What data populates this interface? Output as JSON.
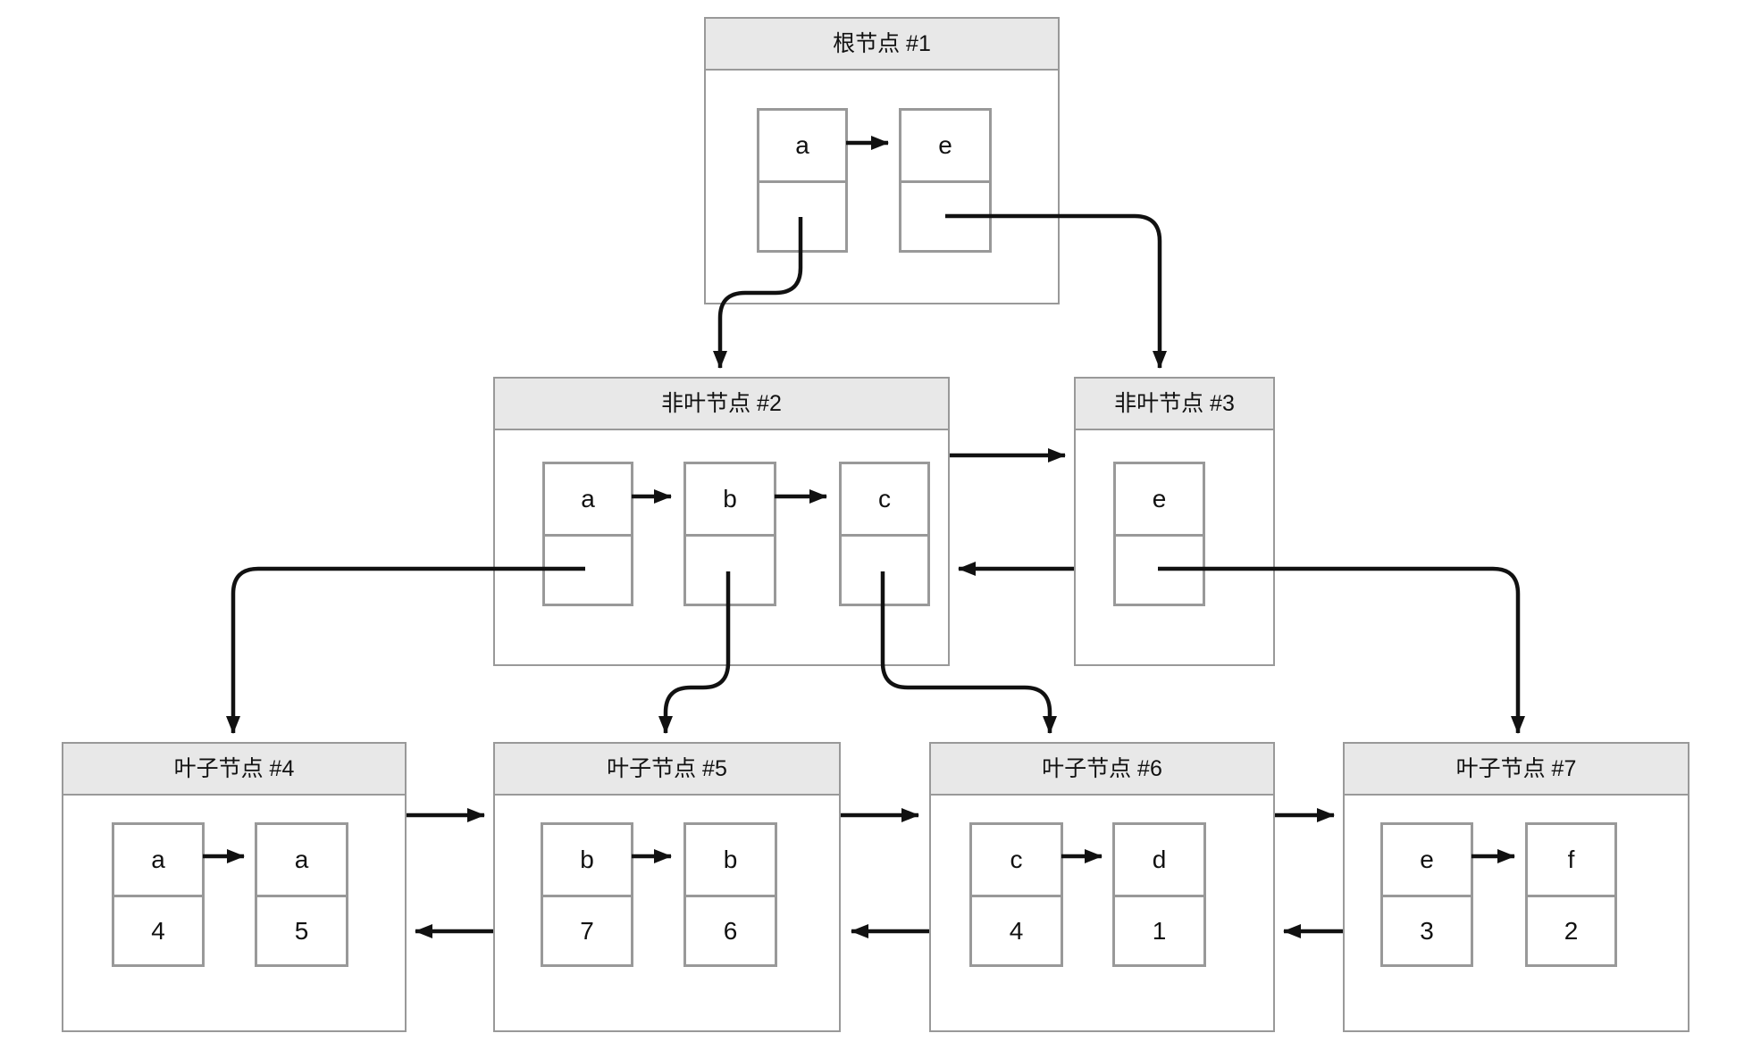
{
  "diagram_type": "b-plus-tree",
  "style": {
    "background": "#ffffff",
    "node_border": "#999999",
    "title_bg": "#e8e8e8",
    "edge_color": "#111111"
  },
  "nodes": {
    "root1": {
      "title": "根节点 #1",
      "cells": [
        {
          "key": "a"
        },
        {
          "key": "e"
        }
      ]
    },
    "internal2": {
      "title": "非叶节点 #2",
      "cells": [
        {
          "key": "a"
        },
        {
          "key": "b"
        },
        {
          "key": "c"
        }
      ]
    },
    "internal3": {
      "title": "非叶节点 #3",
      "cells": [
        {
          "key": "e"
        }
      ]
    },
    "leaf4": {
      "title": "叶子节点 #4",
      "cells": [
        {
          "key": "a",
          "value": "4"
        },
        {
          "key": "a",
          "value": "5"
        }
      ]
    },
    "leaf5": {
      "title": "叶子节点 #5",
      "cells": [
        {
          "key": "b",
          "value": "7"
        },
        {
          "key": "b",
          "value": "6"
        }
      ]
    },
    "leaf6": {
      "title": "叶子节点 #6",
      "cells": [
        {
          "key": "c",
          "value": "4"
        },
        {
          "key": "d",
          "value": "1"
        }
      ]
    },
    "leaf7": {
      "title": "叶子节点 #7",
      "cells": [
        {
          "key": "e",
          "value": "3"
        },
        {
          "key": "f",
          "value": "2"
        }
      ]
    }
  },
  "edges": [
    {
      "from": "root1.cell-a.pointer",
      "to": "internal2"
    },
    {
      "from": "root1.cell-e.pointer",
      "to": "internal3"
    },
    {
      "from": "internal2",
      "to": "internal3",
      "kind": "sibling-next"
    },
    {
      "from": "internal3",
      "to": "internal2",
      "kind": "sibling-prev"
    },
    {
      "from": "internal2.cell-a.pointer",
      "to": "leaf4"
    },
    {
      "from": "internal2.cell-b.pointer",
      "to": "leaf5"
    },
    {
      "from": "internal2.cell-c.pointer",
      "to": "leaf6"
    },
    {
      "from": "internal3.cell-e.pointer",
      "to": "leaf7"
    },
    {
      "from": "leaf4",
      "to": "leaf5",
      "kind": "sibling-next"
    },
    {
      "from": "leaf5",
      "to": "leaf4",
      "kind": "sibling-prev"
    },
    {
      "from": "leaf5",
      "to": "leaf6",
      "kind": "sibling-next"
    },
    {
      "from": "leaf6",
      "to": "leaf5",
      "kind": "sibling-prev"
    },
    {
      "from": "leaf6",
      "to": "leaf7",
      "kind": "sibling-next"
    },
    {
      "from": "leaf7",
      "to": "leaf6",
      "kind": "sibling-prev"
    }
  ]
}
